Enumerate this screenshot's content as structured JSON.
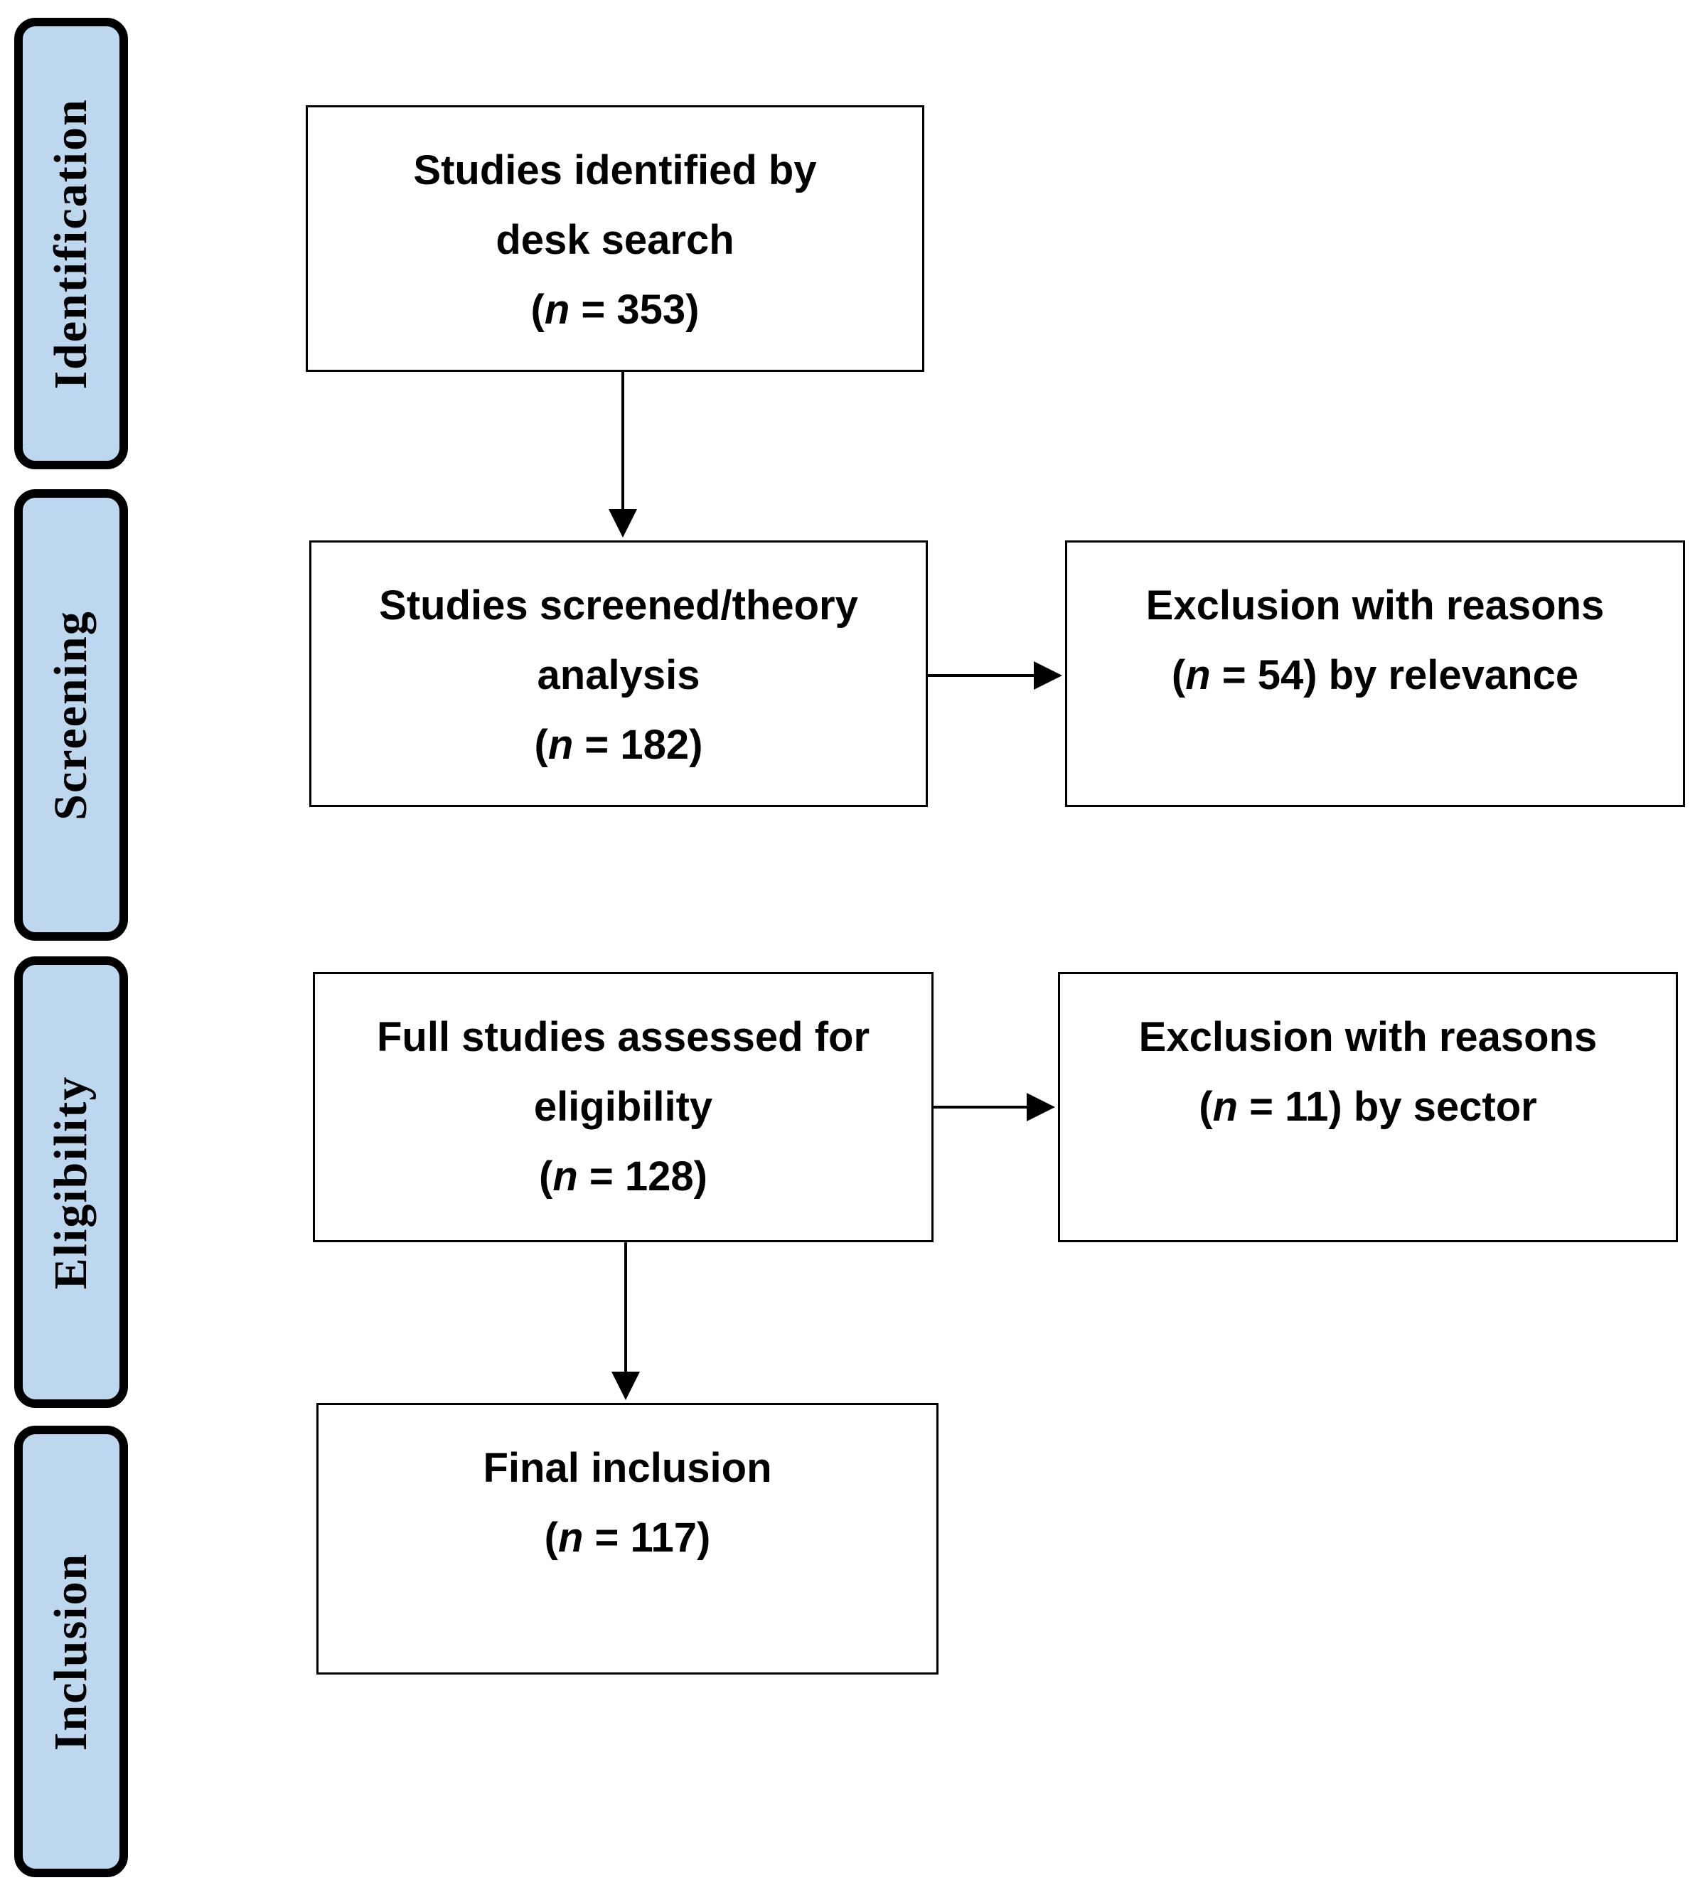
{
  "stages": {
    "identification": "Identification",
    "screening": "Screening",
    "eligibility": "Eligibility",
    "inclusion": "Inclusion"
  },
  "boxes": {
    "identified": {
      "line1": "Studies identified by",
      "line2": "desk search",
      "n_prefix": "(",
      "n_symbol": "n",
      "n_rest": " = 353)"
    },
    "screened": {
      "line1": "Studies screened/theory",
      "line2": "analysis",
      "n_prefix": "(",
      "n_symbol": "n",
      "n_rest": " = 182)"
    },
    "exclusion_relevance": {
      "line1": "Exclusion with reasons",
      "n_prefix": "(",
      "n_symbol": "n",
      "n_rest": " = 54)  by relevance"
    },
    "eligibility": {
      "line1": "Full studies assessed for",
      "line2": "eligibility",
      "n_prefix": "(",
      "n_symbol": "n",
      "n_rest": " = 128)"
    },
    "exclusion_sector": {
      "line1": "Exclusion with reasons",
      "n_prefix": "(",
      "n_symbol": "n",
      "n_rest": " = 11)  by sector"
    },
    "final": {
      "line1": "Final inclusion",
      "n_prefix": "(",
      "n_symbol": "n",
      "n_rest": " = 117)"
    }
  },
  "colors": {
    "stage_fill": "#bdd7ee",
    "stage_border": "#000000",
    "box_border": "#000000",
    "arrow": "#000000"
  }
}
